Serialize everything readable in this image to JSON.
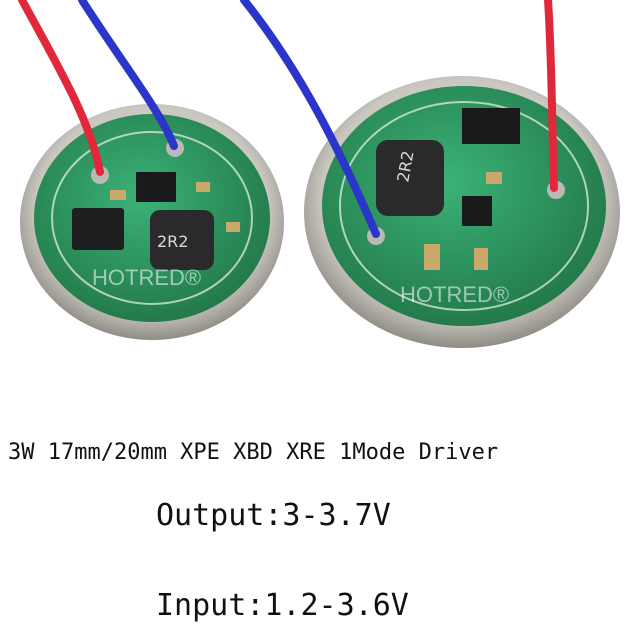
{
  "watermark": "HOTRED®",
  "board_labels": {
    "left_inductor": "2R2",
    "right_inductor": "2R2"
  },
  "captions": {
    "title": "3W 17mm/20mm XPE XBD XRE 1Mode Driver",
    "output": "Output:3-3.7V",
    "input": "Input:1.2-3.6V"
  },
  "colors": {
    "pcb_green": "#2f9a63",
    "silver_ring": "#c9c7c0",
    "red_wire": "#e0283a",
    "blue_wire": "#2a35c9"
  }
}
